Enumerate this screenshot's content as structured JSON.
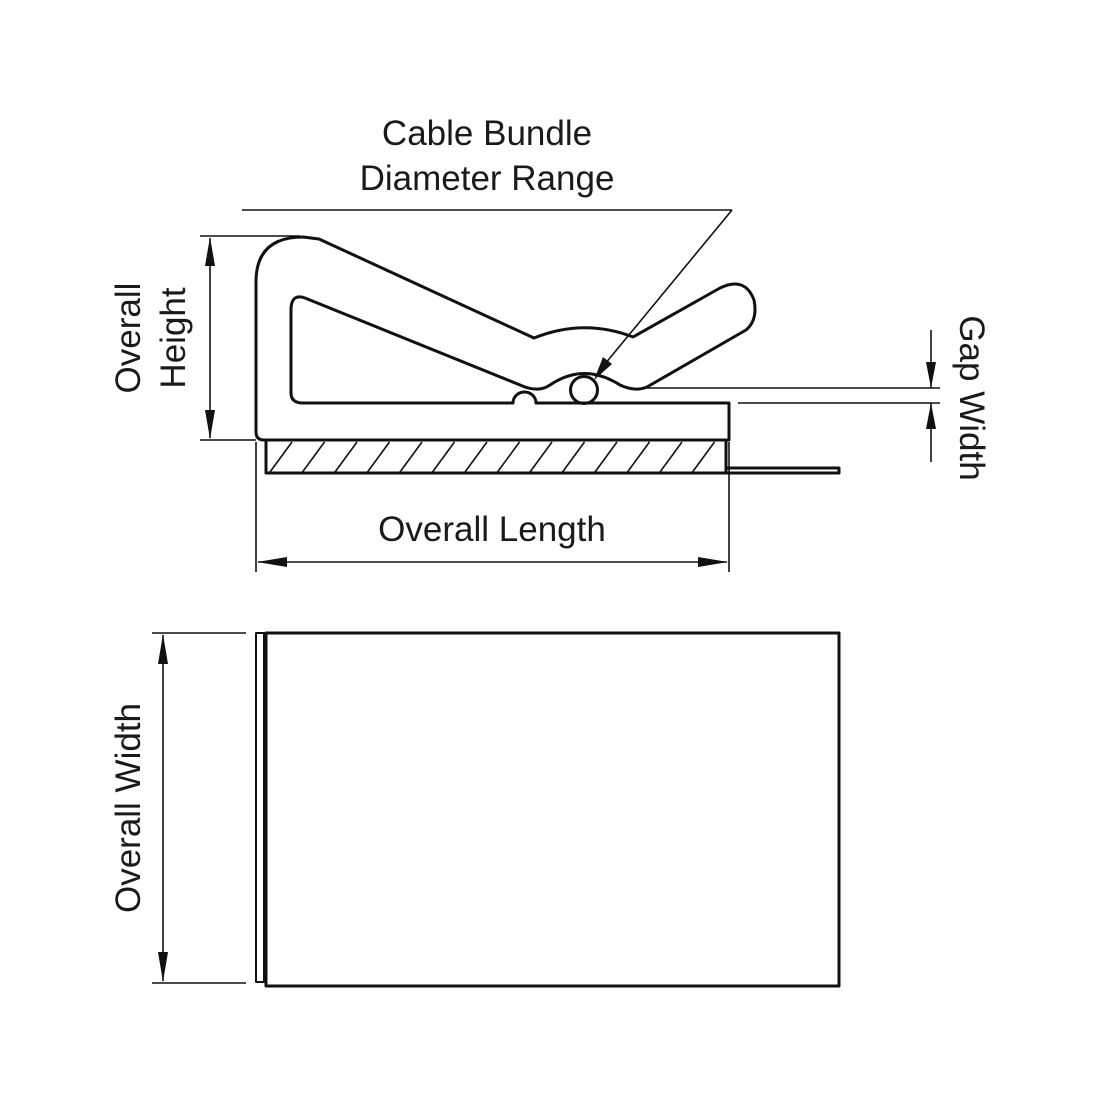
{
  "labels": {
    "cable_bundle_line1": "Cable Bundle",
    "cable_bundle_line2": "Diameter Range",
    "overall_height_line1": "Overall",
    "overall_height_line2": "Height",
    "gap_width": "Gap Width",
    "overall_length": "Overall Length",
    "overall_width": "Overall Width"
  },
  "colors": {
    "line": "#111111",
    "background": "#ffffff"
  }
}
